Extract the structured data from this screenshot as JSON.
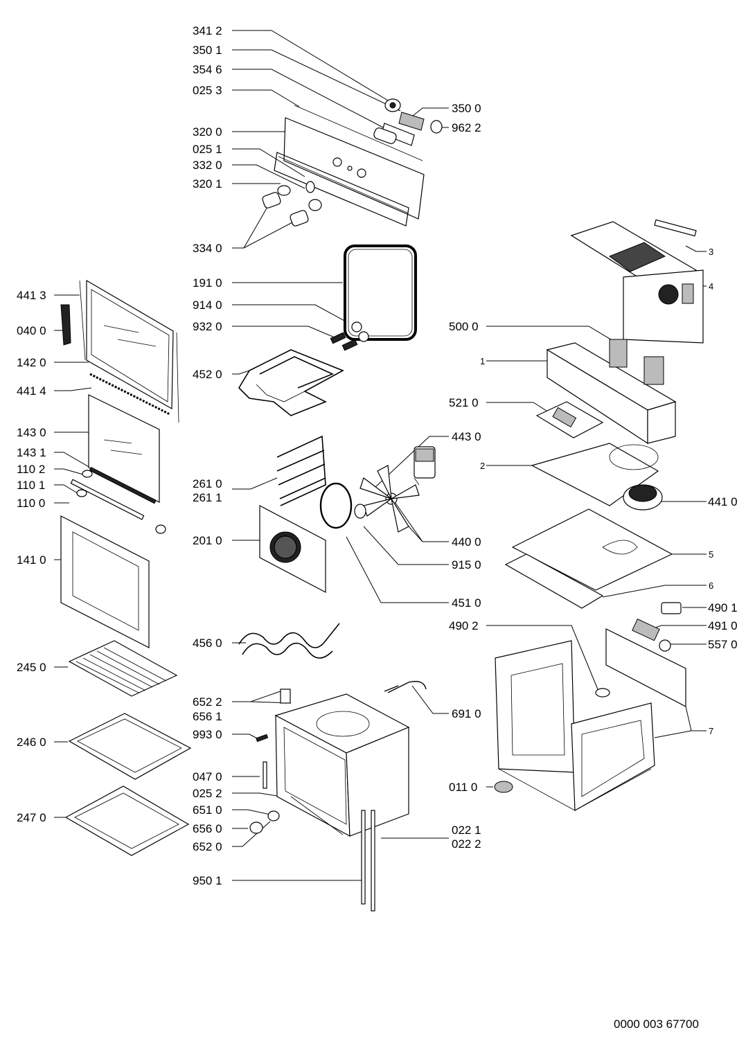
{
  "labels": {
    "l3412": "341 2",
    "l3501": "350 1",
    "l3546": "354 6",
    "l0253": "025 3",
    "l3500": "350 0",
    "l9622": "962 2",
    "l3200": "320 0",
    "l0251": "025 1",
    "l3320": "332 0",
    "l3201": "320 1",
    "l3340": "334 0",
    "l1910": "191 0",
    "l9140": "914 0",
    "l9320": "932 0",
    "l4520": "452 0",
    "l4413": "441 3",
    "l0400": "040 0",
    "l1420": "142 0",
    "l4414": "441 4",
    "l1430": "143 0",
    "l1431": "143 1",
    "l1102": "110 2",
    "l1101": "110 1",
    "l1100": "110 0",
    "l1410": "141 0",
    "l2450": "245 0",
    "l2460": "246 0",
    "l2470": "247 0",
    "l2610": "261 0",
    "l2611": "261 1",
    "l2010": "201 0",
    "l4430": "443 0",
    "l4400": "440 0",
    "l9150": "915 0",
    "l4510": "451 0",
    "l4560": "456 0",
    "l6522": "652 2",
    "l6561": "656 1",
    "l9930": "993 0",
    "l0470": "047 0",
    "l0252": "025 2",
    "l6510": "651 0",
    "l6560": "656 0",
    "l6520": "652 0",
    "l9501": "950 1",
    "l0221": "022 1",
    "l0222": "022 2",
    "l6910": "691 0",
    "l5000": "500 0",
    "l5210": "521 0",
    "l4410": "441 0",
    "l4901": "490 1",
    "l4910": "491 0",
    "l5570": "557 0",
    "l4902": "490 2",
    "l0110": "011 0",
    "n1": "1",
    "n2": "2",
    "n3": "3",
    "n4": "4",
    "n5": "5",
    "n6": "6",
    "n7": "7"
  },
  "document_number": "0000 003 67700"
}
